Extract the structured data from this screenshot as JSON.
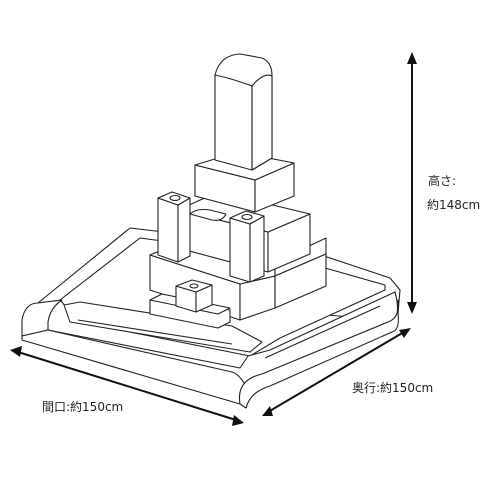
{
  "dimensions": {
    "height_label": "高さ:",
    "height_value": "約148cm",
    "width_label": "間口:約150cm",
    "depth_label": "奥行:約150cm"
  }
}
